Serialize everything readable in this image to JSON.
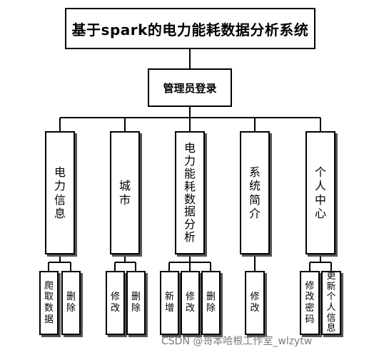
{
  "title": "基于spark的电力能耗数据分析系统",
  "root": "管理员登录",
  "modules": [
    {
      "label": "电力信息",
      "children": [
        "爬取数据",
        "删除"
      ]
    },
    {
      "label": "城市",
      "children": [
        "修改",
        "删除"
      ]
    },
    {
      "label": "电力能耗数据分析",
      "children": [
        "新增",
        "修改",
        "删除"
      ]
    },
    {
      "label": "系统简介",
      "children": [
        "修改"
      ]
    },
    {
      "label": "个人中心",
      "children": [
        "修改密码",
        "更新个人信息"
      ]
    }
  ],
  "watermark": "CSDN @哥本哈根工作室_wlzytw"
}
